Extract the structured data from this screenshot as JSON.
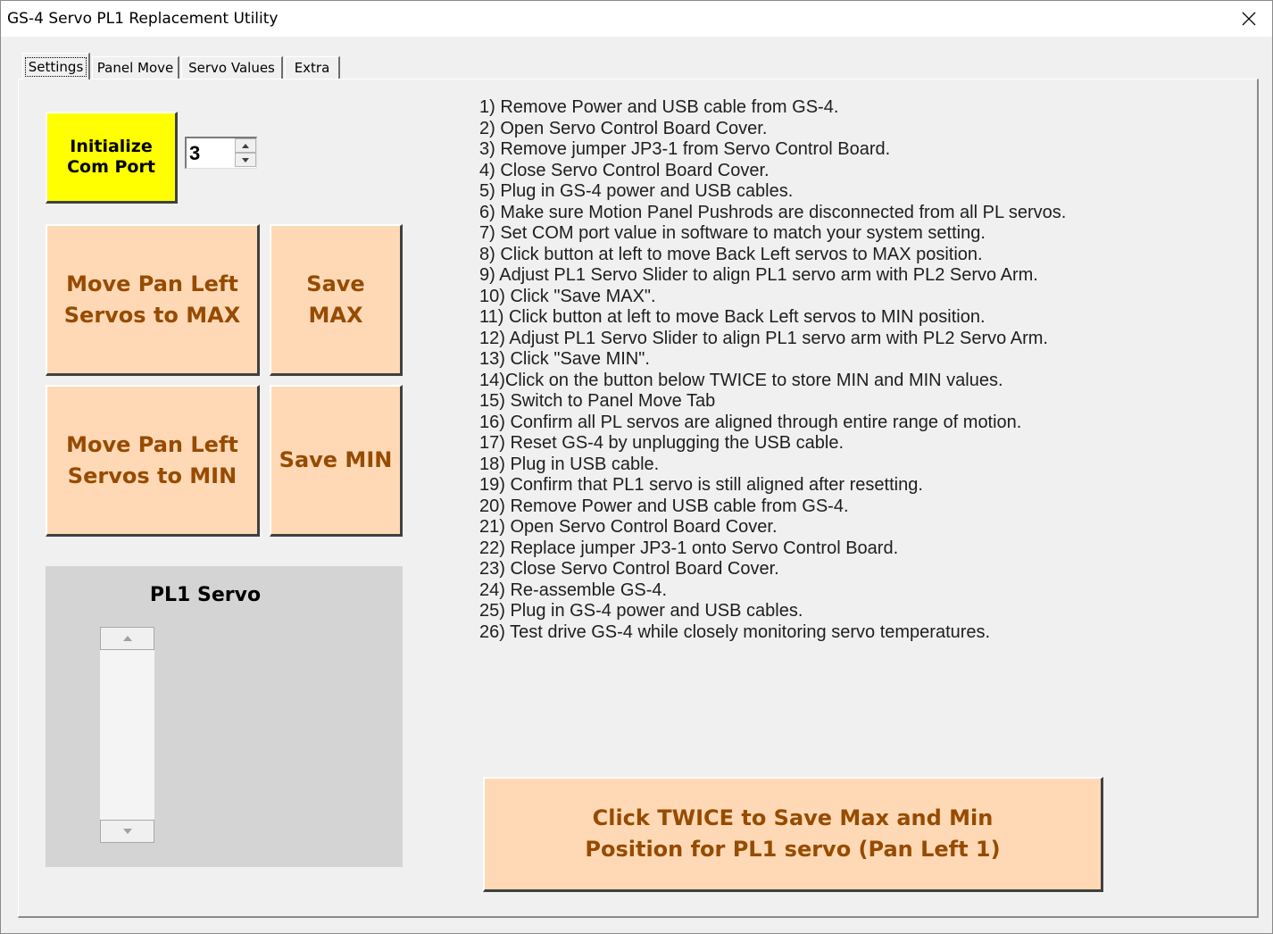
{
  "window": {
    "title": "GS-4 Servo PL1 Replacement Utility",
    "close_icon": "×"
  },
  "tabs": [
    {
      "label": "Settings",
      "active": true
    },
    {
      "label": "Panel Move",
      "active": false
    },
    {
      "label": "Servo Values",
      "active": false
    },
    {
      "label": "Extra",
      "active": false
    }
  ],
  "settings": {
    "init_button_label": "Initialize\nCom Port",
    "com_port_value": "3",
    "move_max_label": "Move Pan Left\nServos to MAX",
    "save_max_label": "Save\nMAX",
    "move_min_label": "Move Pan Left\nServos to MIN",
    "save_min_label": "Save MIN",
    "servo_frame_title": "PL1 Servo",
    "save_both_label": "Click TWICE to Save Max and Min\nPosition for PL1 servo (Pan Left 1)"
  },
  "instructions": [
    "1) Remove Power and USB cable from GS-4.",
    "2) Open Servo Control Board Cover.",
    "3) Remove jumper JP3-1 from Servo Control Board.",
    "4) Close Servo Control Board Cover.",
    "5) Plug in GS-4 power and USB cables.",
    "6) Make sure Motion Panel Pushrods are disconnected from all PL servos.",
    "7) Set COM port value in software to match your system setting.",
    "8) Click button at left to move Back Left servos to MAX position.",
    "9) Adjust PL1 Servo Slider to align PL1 servo arm with PL2 Servo Arm.",
    "10) Click \"Save MAX\".",
    "11) Click button at left to move Back Left servos to MIN position.",
    "12) Adjust PL1 Servo Slider to align PL1 servo arm with PL2 Servo Arm.",
    "13) Click \"Save MIN\".",
    "14)Click on the button below TWICE to store MIN and MIN values.",
    "15) Switch to Panel Move Tab",
    "16) Confirm all PL servos are aligned through entire range of motion.",
    "17) Reset GS-4 by unplugging the USB cable.",
    "18) Plug in USB cable.",
    "19) Confirm that PL1 servo is still aligned after resetting.",
    "20) Remove Power and USB cable from GS-4.",
    "21) Open Servo Control Board Cover.",
    "22) Replace jumper JP3-1 onto Servo Control Board.",
    "23) Close Servo Control Board Cover.",
    "24) Re-assemble GS-4.",
    "25) Plug in GS-4 power and USB cables.",
    "26) Test drive GS-4 while closely monitoring servo temperatures."
  ],
  "colors": {
    "init_button_bg": "#ffff00",
    "peach_button_bg": "#ffd9b5",
    "peach_button_text": "#964b00",
    "servo_frame_bg": "#d4d4d4"
  }
}
